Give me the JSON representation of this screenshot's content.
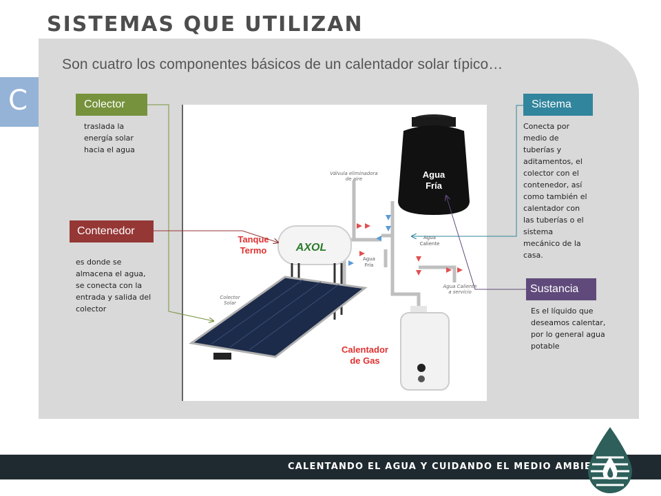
{
  "header": {
    "title": "SISTEMAS QUE UTILIZAN",
    "side_tab_glyph": "C"
  },
  "content": {
    "subtitle": "Son cuatro los componentes básicos de un calentador solar típico…"
  },
  "components": {
    "colector": {
      "label": "Colector",
      "description": "traslada la energía solar hacia el agua",
      "color": "#76923c"
    },
    "contenedor": {
      "label": "Contenedor",
      "description": "es donde se almacena el agua, se conecta con la entrada y salida del colector",
      "color": "#953735"
    },
    "sistema": {
      "label": "Sistema",
      "description": "Conecta por medio de tuberías y aditamentos, el colector con el contenedor, así como también el calentador con las tuberías o el sistema mecánico de la casa.",
      "color": "#31859c"
    },
    "sustancia": {
      "label": "Sustancia",
      "description": "Es el líquido que deseamos calentar, por lo general agua potable",
      "color": "#604a7b"
    }
  },
  "illustration": {
    "tank_label_1": "Agua",
    "tank_label_2": "Fría",
    "valve_label_1": "Válvula eliminadora",
    "valve_label_2": "de aire",
    "termo_label_1": "Tanque",
    "termo_label_2": "Termo",
    "brand": "AXOL",
    "hot_label_1": "Agua",
    "hot_label_2": "Caliente",
    "cold_label_1": "Agua",
    "cold_label_2": "Fría",
    "service_label_1": "Agua Caliente",
    "service_label_2": "a servicio",
    "collector_label_1": "Colector",
    "collector_label_2": "Solar",
    "heater_label_1": "Calentador",
    "heater_label_2": "de Gas"
  },
  "footer": {
    "tagline": "CALENTANDO EL AGUA Y CUIDANDO EL MEDIO AMBIENTE",
    "logo_icon": "water-flame-logo-icon",
    "bar_color": "#1f2a30"
  }
}
